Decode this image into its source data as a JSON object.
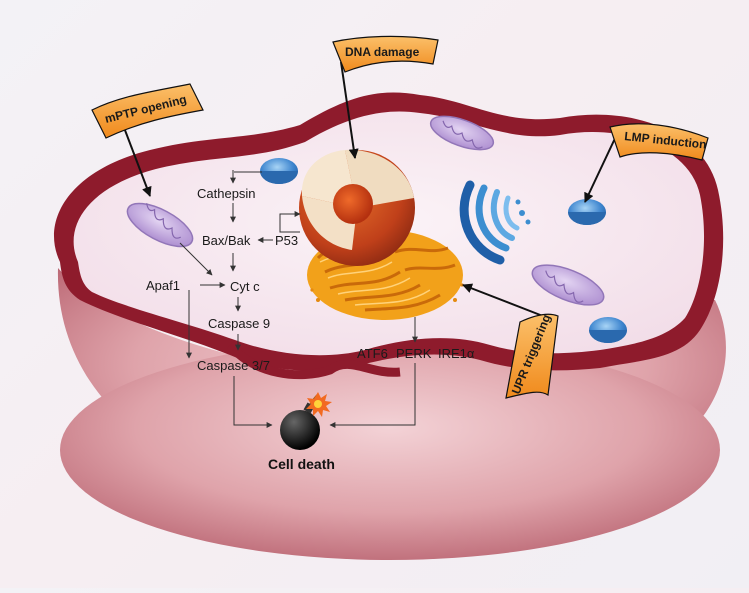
{
  "flags": {
    "mptp": "mPTP opening",
    "dna": "DNA damage",
    "lmp": "LMP induction",
    "upr": "UPR triggering"
  },
  "pathway": {
    "cathepsin": "Cathepsin",
    "baxbak": "Bax/Bak",
    "p53": "P53",
    "apaf1": "Apaf1",
    "cytc": "Cyt c",
    "casp9": "Caspase 9",
    "casp37": "Caspase 3/7",
    "atf6": "ATF6",
    "perk": "PERK",
    "ire1a": "IRE1α"
  },
  "outcome": "Cell death",
  "colors": {
    "membrane": "#8e1b2c",
    "cytoplasm": "#f7ebf1",
    "flag": "#f59a2e",
    "nucleus": "#c8401b",
    "er": "#f2a11a",
    "golgi": "#3c8ed0",
    "lysosome": "#4a8fd3",
    "mitochondria": "#b89ad6"
  }
}
